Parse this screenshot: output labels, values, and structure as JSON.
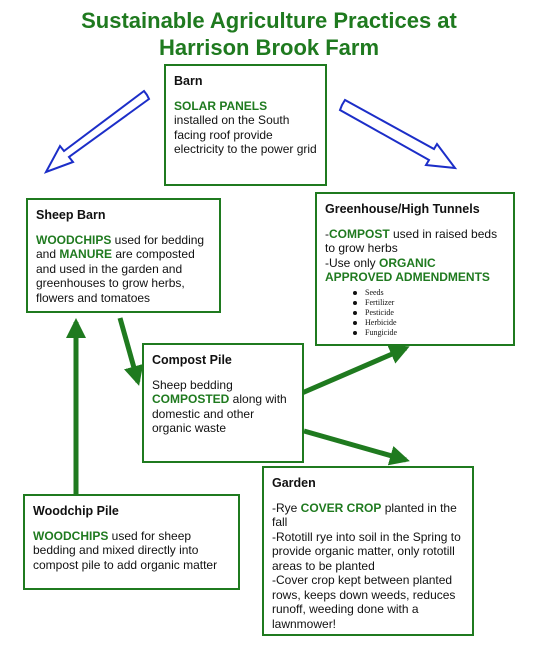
{
  "title": {
    "line1": "Sustainable Agriculture Practices at",
    "line2": "Harrison Brook Farm"
  },
  "barn": {
    "heading": "Barn",
    "highlight": "SOLAR PANELS",
    "text": "installed on the South facing roof provide electricity to the power grid"
  },
  "sheep_barn": {
    "heading": "Sheep Barn",
    "hl1": "WOODCHIPS",
    "t1": " used for bedding and ",
    "hl2": "MANURE",
    "t2": " are composted and used in the garden and greenhouses to grow herbs, flowers and tomatoes"
  },
  "greenhouse": {
    "heading": "Greenhouse/High Tunnels",
    "p1_pre": "-",
    "p1_hl": "COMPOST",
    "p1_post": " used in raised beds to grow herbs",
    "p2_pre": "-Use only ",
    "p2_hl": "ORGANIC APPROVED ADMENDMENTS",
    "items": [
      "Seeds",
      "Fertilizer",
      "Pesticide",
      "Herbicide",
      "Fungicide"
    ]
  },
  "compost": {
    "heading": "Compost Pile",
    "t1": "Sheep bedding ",
    "hl": "COMPOSTED",
    "t2": " along with domestic and other organic waste"
  },
  "woodchip": {
    "heading": "Woodchip Pile",
    "hl": "WOODCHIPS",
    "t": " used for sheep bedding and mixed directly into compost pile to add organic matter"
  },
  "garden": {
    "heading": "Garden",
    "l1_pre": "-Rye ",
    "l1_hl": "COVER CROP",
    "l1_post": " planted in the fall",
    "l2": "-Rototill rye into soil in the Spring to provide organic matter, only rototill areas to be planted",
    "l3": "-Cover crop kept between planted rows, keeps down weeds, reduces runoff, weeding done with a lawnmower!"
  },
  "colors": {
    "green": "#1f7a1f",
    "blue_arrow": "#1c2ec8"
  }
}
